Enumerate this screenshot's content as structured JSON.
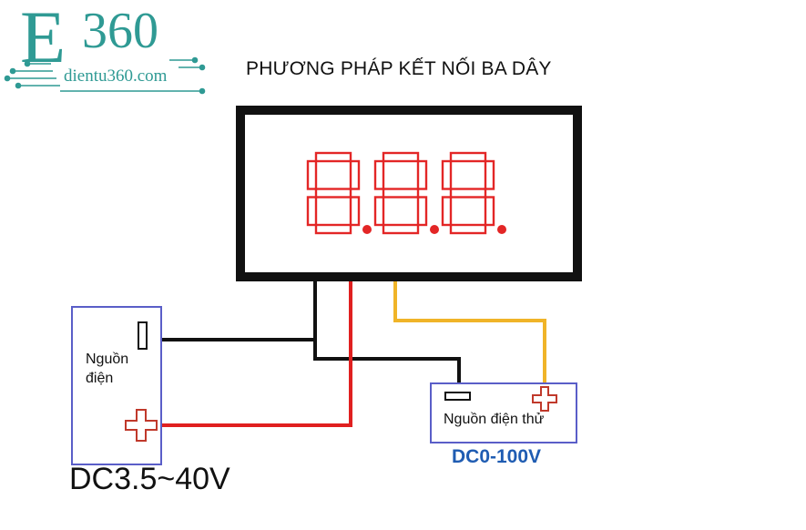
{
  "logo": {
    "letter": "E",
    "number": "360",
    "site": "dientu360.com"
  },
  "title": "PHƯƠNG PHÁP KẾT NỐI BA DÂY",
  "display": {
    "digits": "8.8.8."
  },
  "power_source": {
    "label_line1": "Nguồn",
    "label_line2": "điện",
    "range": "DC3.5~40V"
  },
  "test_source": {
    "label": "Nguồn điện thử",
    "range": "DC0-100V"
  },
  "colors": {
    "wire_black": "#111111",
    "wire_red": "#e02020",
    "wire_yellow": "#f0b428",
    "segment_red": "#e32626",
    "box_blue": "#5a5ec8",
    "logo_teal": "#2f9a94",
    "range_blue": "#1f5cb2"
  }
}
